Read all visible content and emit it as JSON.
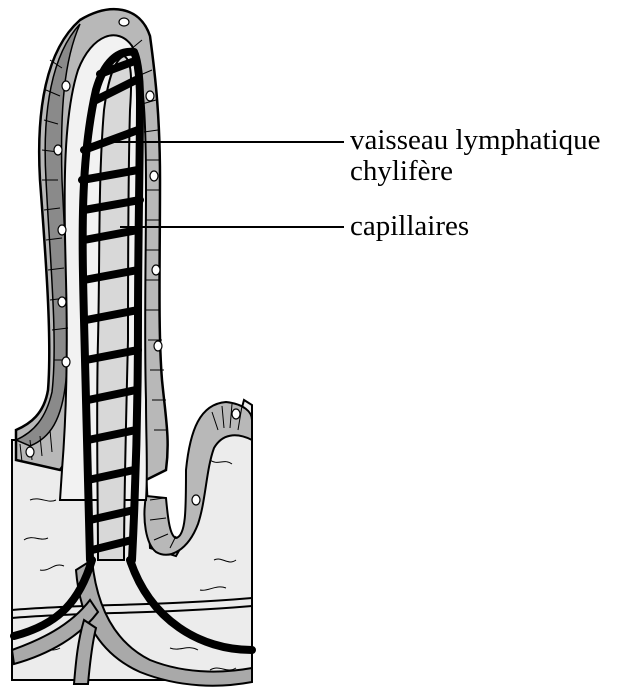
{
  "labels": {
    "lymphatic_line1": "vaisseau lymphatique",
    "lymphatic_line2": "chylifère",
    "capillaries": "capillaires"
  },
  "colors": {
    "stroke": "#000000",
    "epithelium": "#b8b8b8",
    "dark_epithelium": "#8a8a8a",
    "lamina": "#ececec",
    "vessel": "#a9a9a9"
  }
}
